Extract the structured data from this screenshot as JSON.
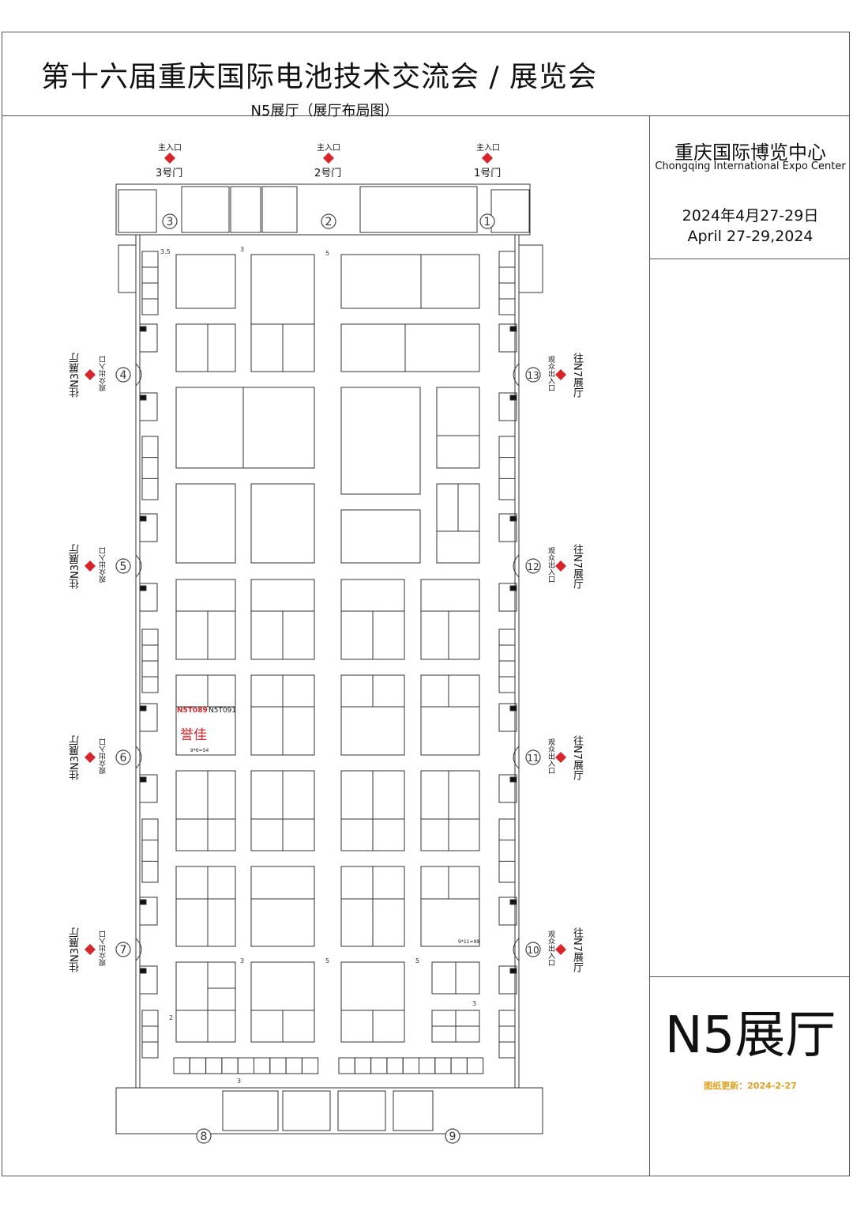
{
  "header": {
    "title": "第十六届重庆国际电池技术交流会 / 展览会",
    "subtitle": "N5展厅（展厅布局图）"
  },
  "info": {
    "venue_cn": "重庆国际博览中心",
    "venue_en": "Chongqing International Expo Center",
    "date_cn": "2024年4月27-29日",
    "date_en": "April 27-29,2024",
    "hall": "N5展厅",
    "updated": "图纸更新：2024-2-27"
  },
  "entrances": {
    "main_label": "主入口",
    "gate3": "3号门",
    "gate2": "2号门",
    "gate1": "1号门"
  },
  "side_exits": {
    "audience": "观众出入口",
    "to_n3": "往N3展厅",
    "to_n7": "往N7展厅"
  },
  "door_numbers": [
    "1",
    "2",
    "3",
    "4",
    "5",
    "6",
    "7",
    "8",
    "9",
    "10",
    "11",
    "12",
    "13"
  ],
  "booth": {
    "id_highlight": "N5T089",
    "id_neighbor": "N5T091",
    "exhibitor": "誉佳",
    "size": "9*6=54",
    "size2": "9*11=99"
  },
  "aisle_widths": [
    "3.5",
    "3",
    "5",
    "3",
    "5",
    "5",
    "3",
    "2",
    "3"
  ],
  "colors": {
    "accent": "#d7262b",
    "updated": "#e0a020"
  }
}
